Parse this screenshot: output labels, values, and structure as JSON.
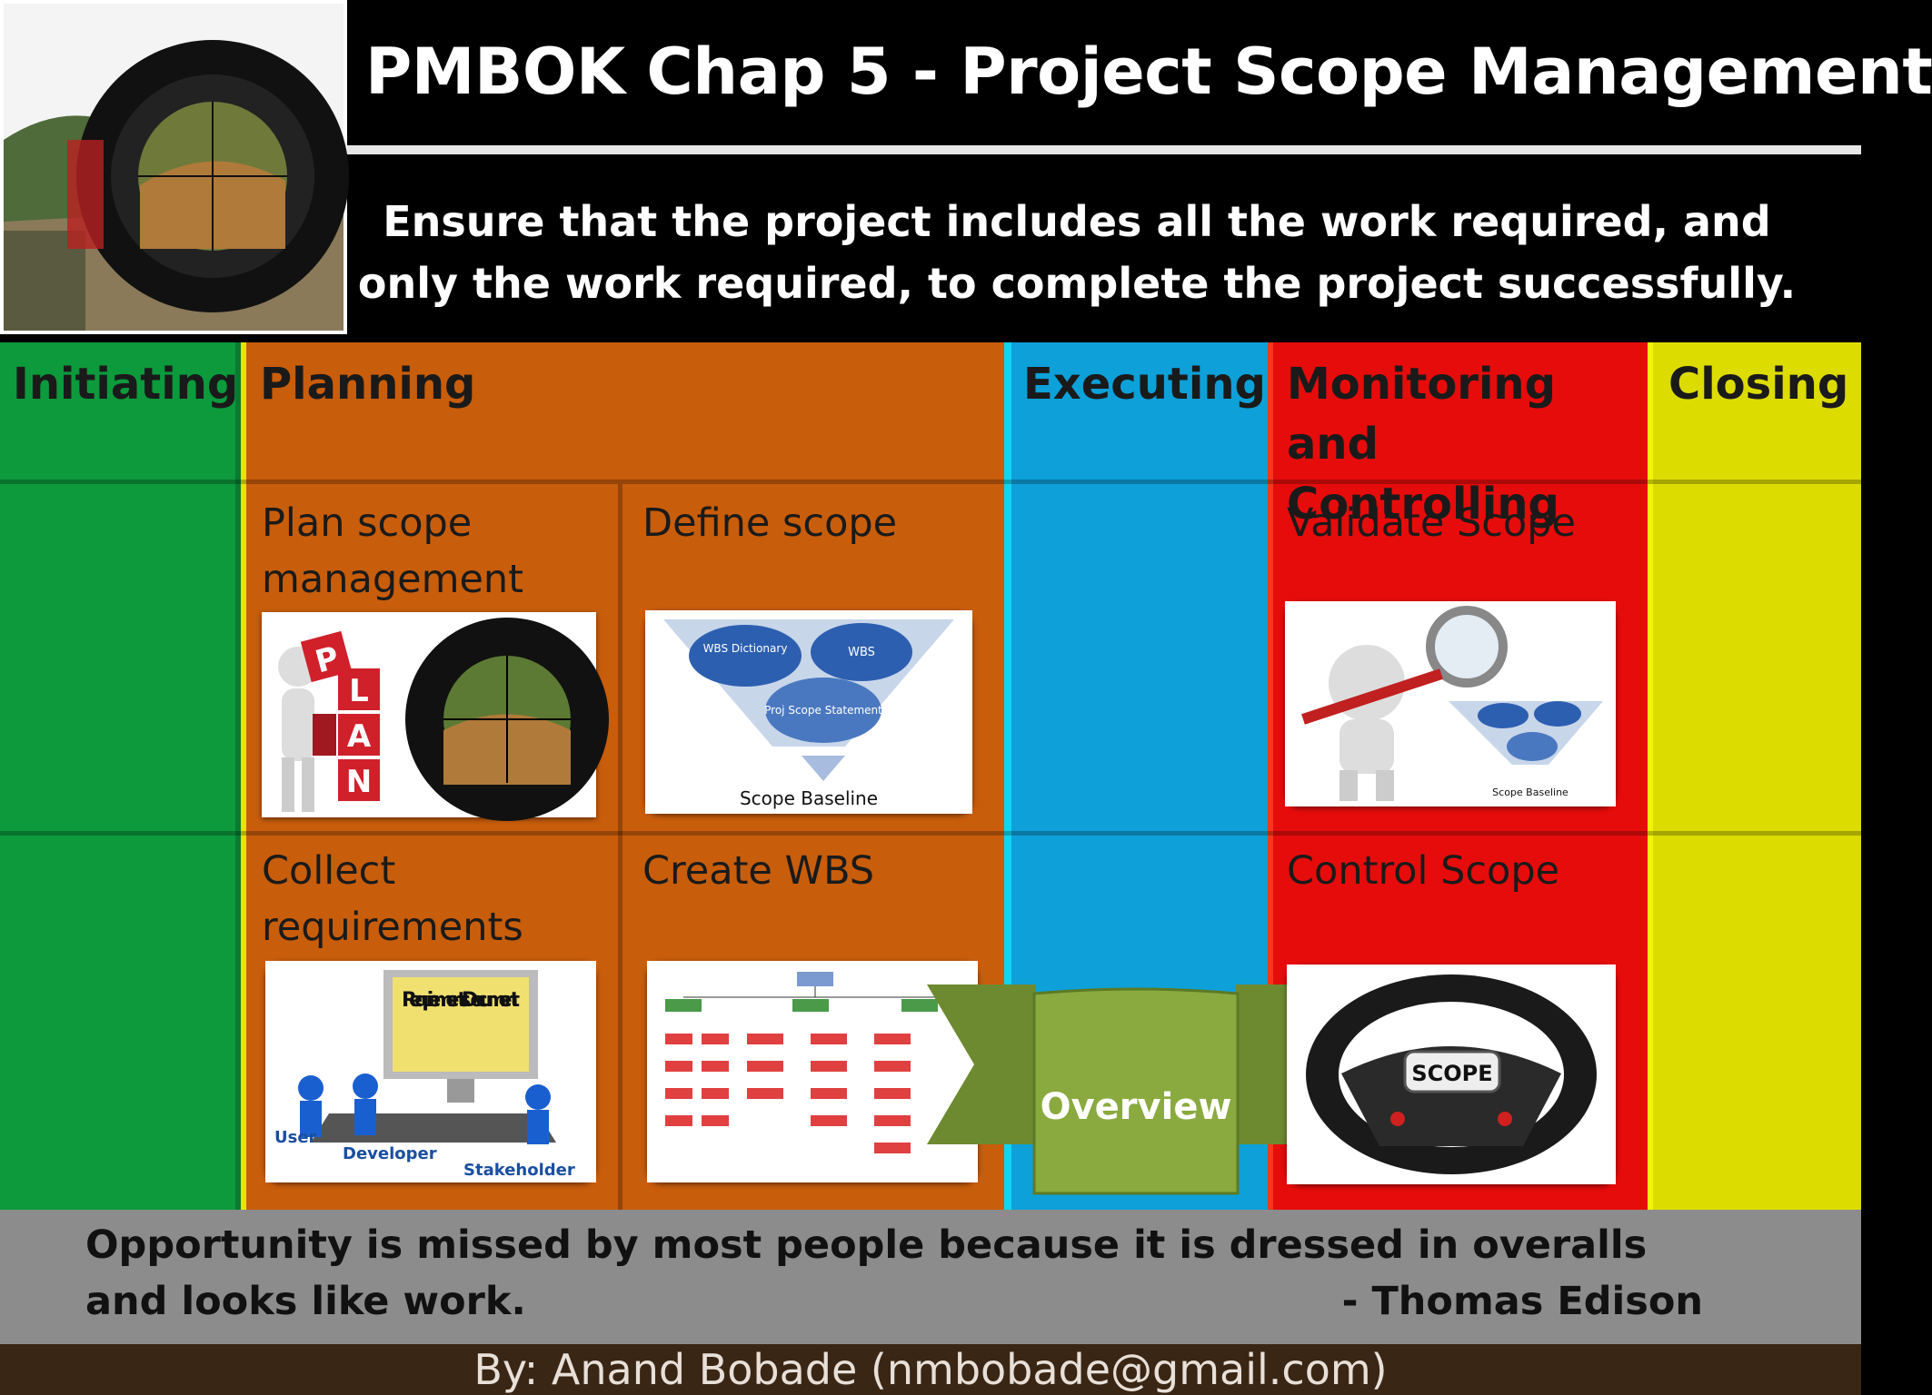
{
  "header": {
    "title": "PMBOK Chap 5 - Project Scope Management",
    "tagline": "Ensure that the project includes all the work required, and only the work required, to complete the project successfully."
  },
  "columns": {
    "initiating": "Initiating",
    "planning": "Planning",
    "executing": "Executing",
    "monitoring": "Monitoring and Controlling",
    "closing": "Closing"
  },
  "processes": {
    "plan_scope": "Plan scope management",
    "define_scope": "Define scope",
    "collect_requirements": "Collect requirements",
    "create_wbs": "Create WBS",
    "validate_scope": "Validate Scope",
    "control_scope": "Control Scope"
  },
  "images": {
    "plan_letters": [
      "P",
      "L",
      "A",
      "N"
    ],
    "funnel": {
      "wbs_dictionary": "WBS Dictionary",
      "wbs": "WBS",
      "proj_scope": "Proj Scope Statement",
      "baseline": "Scope Baseline"
    },
    "requirements": {
      "doc": "Requirements Document",
      "user": "User",
      "developer": "Developer",
      "stakeholder": "Stakeholder"
    },
    "wheel_label": "SCOPE"
  },
  "overview_label": "Overview",
  "quote": {
    "text": "Opportunity is missed by most people because it is dressed in overalls and looks like work.",
    "author": "- Thomas Edison"
  },
  "footer": "By: Anand Bobade (nmbobade@gmail.com)",
  "colors": {
    "initiating": "#0c9a3c",
    "planning": "#c85d0c",
    "executing": "#0ea0d8",
    "monitoring": "#e60c0c",
    "closing": "#dcdc00",
    "overview_ribbon": "#8aaa40"
  }
}
